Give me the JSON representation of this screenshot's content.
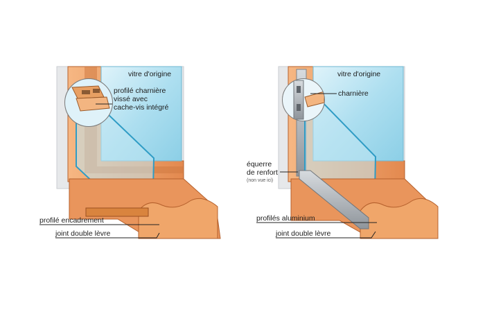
{
  "left_diagram": {
    "labels": {
      "glass": "vitre d'origine",
      "hinge_profile_line1": "profilé charnière",
      "hinge_profile_line2": "vissé avec",
      "hinge_profile_line3": "cache-vis intégré",
      "frame_profile": "profilé encadrement",
      "lip_seal": "joint double lèvre"
    }
  },
  "right_diagram": {
    "labels": {
      "glass": "vitre d'origine",
      "hinge": "charnière",
      "bracket_line1": "équerre",
      "bracket_line2": "de renfort",
      "bracket_note": "(non vue ici)",
      "aluminium_profiles": "profilés aluminium",
      "lip_seal": "joint double lèvre"
    }
  },
  "colors": {
    "wood_light": "#f0a66a",
    "wood_mid": "#e08850",
    "wood_dark": "#c86a34",
    "wall": "#e6e8ea",
    "glass": "#b4e2f2",
    "glass_deep": "#8fcfe6",
    "aluminium": "#b9bec4",
    "aluminium_dark": "#8a9096"
  }
}
